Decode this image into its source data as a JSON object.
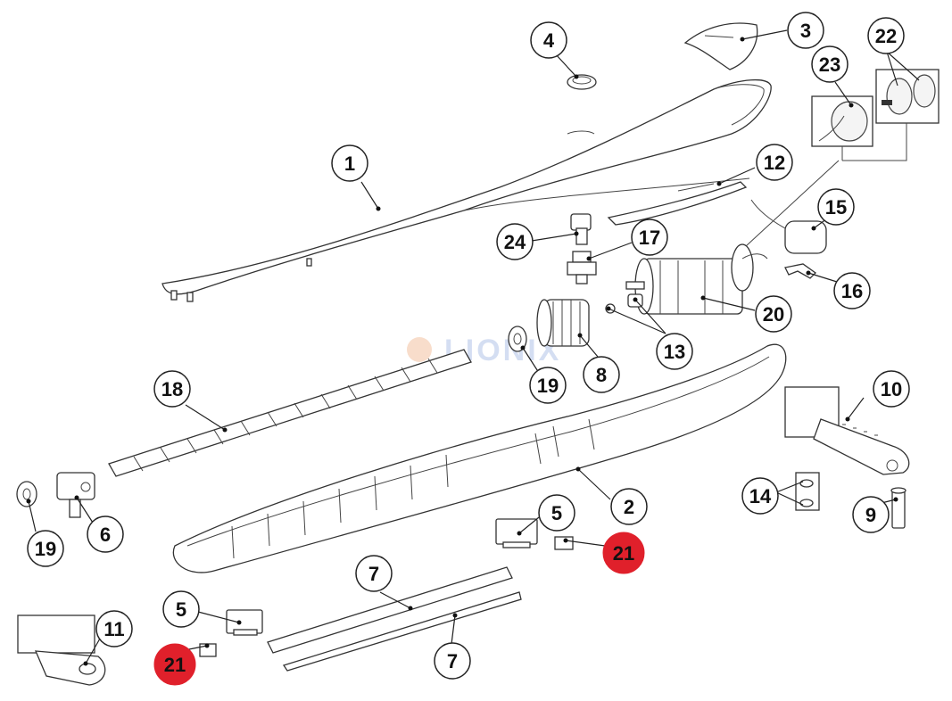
{
  "watermark": "LIONIX",
  "highlight_color": "#e0202b",
  "callouts": [
    {
      "label": "1",
      "highlight": false
    },
    {
      "label": "2",
      "highlight": false
    },
    {
      "label": "3",
      "highlight": false
    },
    {
      "label": "4",
      "highlight": false
    },
    {
      "label": "5",
      "highlight": false
    },
    {
      "label": "5",
      "highlight": false
    },
    {
      "label": "6",
      "highlight": false
    },
    {
      "label": "7",
      "highlight": false
    },
    {
      "label": "7",
      "highlight": false
    },
    {
      "label": "8",
      "highlight": false
    },
    {
      "label": "9",
      "highlight": false
    },
    {
      "label": "10",
      "highlight": false
    },
    {
      "label": "11",
      "highlight": false
    },
    {
      "label": "12",
      "highlight": false
    },
    {
      "label": "13",
      "highlight": false
    },
    {
      "label": "14",
      "highlight": false
    },
    {
      "label": "15",
      "highlight": false
    },
    {
      "label": "16",
      "highlight": false
    },
    {
      "label": "17",
      "highlight": false
    },
    {
      "label": "18",
      "highlight": false
    },
    {
      "label": "19",
      "highlight": false
    },
    {
      "label": "19",
      "highlight": false
    },
    {
      "label": "20",
      "highlight": false
    },
    {
      "label": "21",
      "highlight": true
    },
    {
      "label": "21",
      "highlight": true
    },
    {
      "label": "22",
      "highlight": false
    },
    {
      "label": "23",
      "highlight": false
    },
    {
      "label": "24",
      "highlight": false
    }
  ]
}
